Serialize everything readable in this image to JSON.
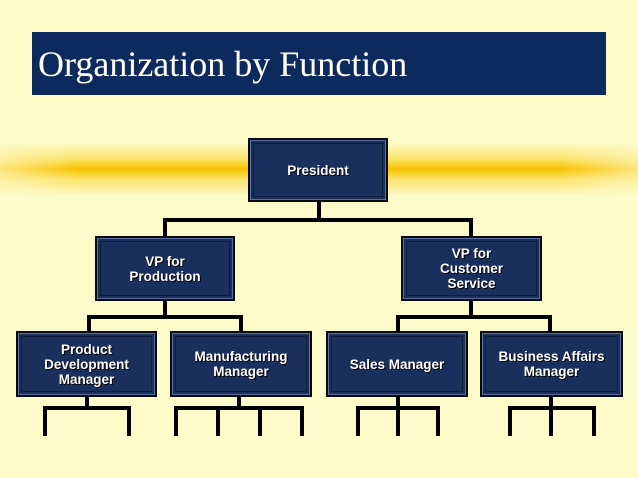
{
  "title": "Organization by Function",
  "colors": {
    "background": "#fdfbc9",
    "title_bar": "#0d2a5e",
    "box_fill": "#1b2f5c",
    "band": "#f7c200",
    "connector": "#000000"
  },
  "org_chart": {
    "president": "President",
    "vp_production": "VP for\nProduction",
    "vp_customer_service": "VP for\nCustomer\nService",
    "product_development_manager": "Product\nDevelopment\nManager",
    "manufacturing_manager": "Manufacturing\nManager",
    "sales_manager": "Sales Manager",
    "business_affairs_manager": "Business Affairs\nManager"
  }
}
